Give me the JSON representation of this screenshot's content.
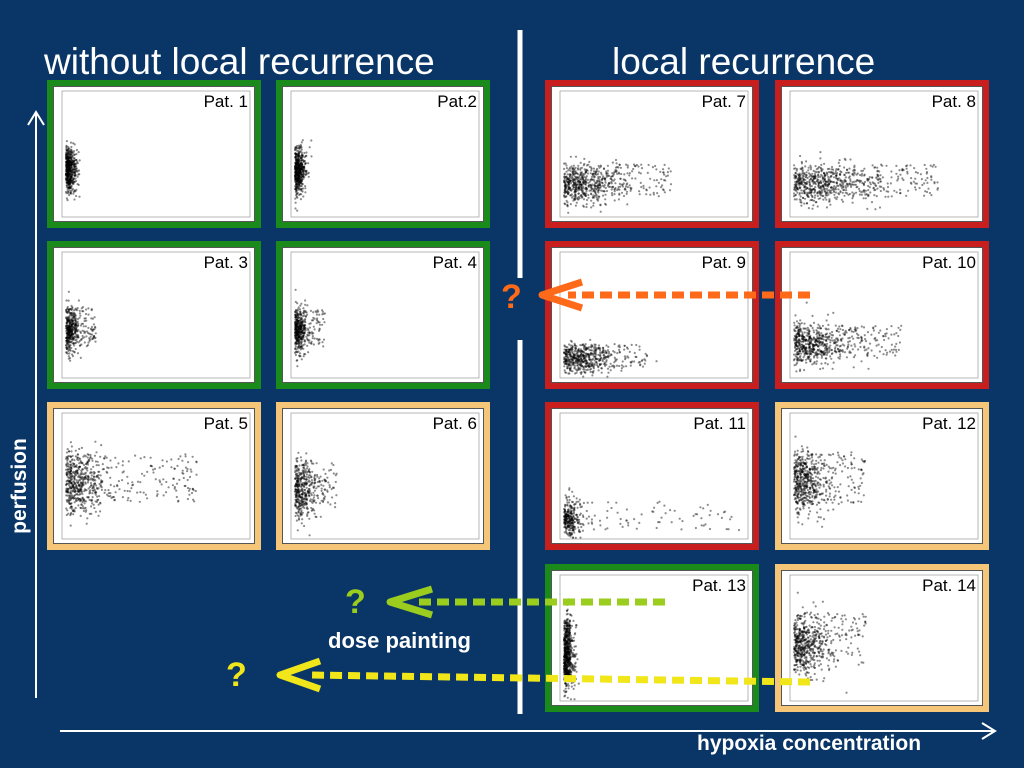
{
  "colors": {
    "background": "#0a3667",
    "green_frame": "#1a8a1a",
    "red_frame": "#c81e1e",
    "orange_frame": "#f5c678",
    "orange_arrow": "#ff6a1a",
    "lime_arrow": "#9acd1e",
    "yellow_arrow": "#f0e61a"
  },
  "headings": {
    "left": "without local recurrence",
    "right": "local recurrence"
  },
  "axes": {
    "y_label": "perfusion",
    "x_label": "hypoxia concentration"
  },
  "panels": [
    {
      "label": "Pat. 1",
      "frame": "green",
      "pattern": "narrow"
    },
    {
      "label": "Pat.2",
      "frame": "green",
      "pattern": "narrow"
    },
    {
      "label": "Pat. 3",
      "frame": "green",
      "pattern": "narrow-tail"
    },
    {
      "label": "Pat. 4",
      "frame": "green",
      "pattern": "narrow-tail"
    },
    {
      "label": "Pat. 5",
      "frame": "orange",
      "pattern": "wide-up"
    },
    {
      "label": "Pat. 6",
      "frame": "orange",
      "pattern": "medium"
    },
    {
      "label": "Pat. 7",
      "frame": "red",
      "pattern": "wide"
    },
    {
      "label": "Pat. 8",
      "frame": "red",
      "pattern": "very-wide"
    },
    {
      "label": "Pat. 9",
      "frame": "red",
      "pattern": "wide-low"
    },
    {
      "label": "Pat. 10",
      "frame": "red",
      "pattern": "wide"
    },
    {
      "label": "Pat. 11",
      "frame": "red",
      "pattern": "spread-low"
    },
    {
      "label": "Pat. 12",
      "frame": "orange",
      "pattern": "medium-tall"
    },
    {
      "label": "Pat. 13",
      "frame": "green",
      "pattern": "narrow-tall"
    },
    {
      "label": "Pat. 14",
      "frame": "orange",
      "pattern": "medium-tall"
    }
  ],
  "question_mark": "?",
  "dose_painting": "dose painting"
}
